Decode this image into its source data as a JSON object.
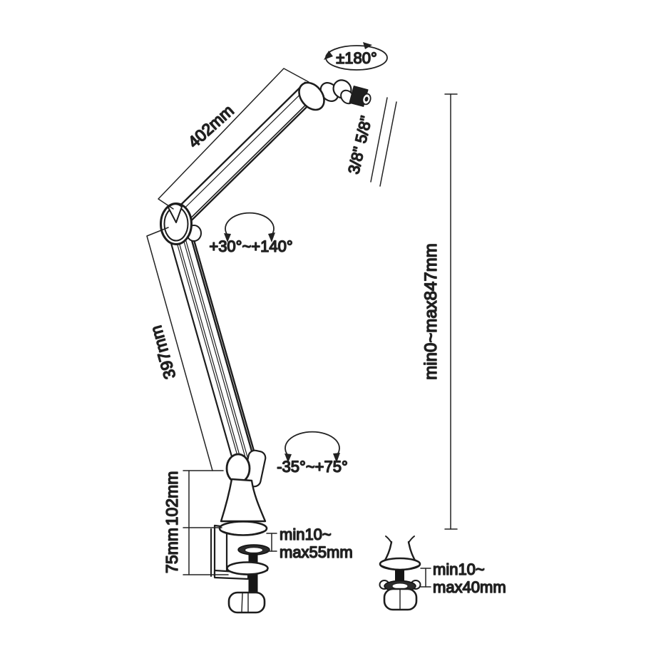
{
  "diagram": {
    "subject": "microphone boom arm dimension drawing",
    "colors": {
      "background": "#ffffff",
      "line": "#1d1d1d",
      "dark_fill": "#1f1f1f",
      "washer_fill": "#2b2b2b"
    },
    "labels": {
      "top_rotation": "±180°",
      "upper_arm_length": "402mm",
      "thread_sizes": "3/8\"  5/8\"",
      "elbow_rotation": "+30°~+140°",
      "lower_arm_length": "397mm",
      "height_range": "min0~max847mm",
      "base_rotation": "-35°~+75°",
      "riser_height": "102mm",
      "clamp_height": "75mm",
      "clamp_range_line1": "min10~",
      "clamp_range_line2": "max55mm",
      "grommet_range_line1": "min10~",
      "grommet_range_line2": "max40mm"
    }
  }
}
